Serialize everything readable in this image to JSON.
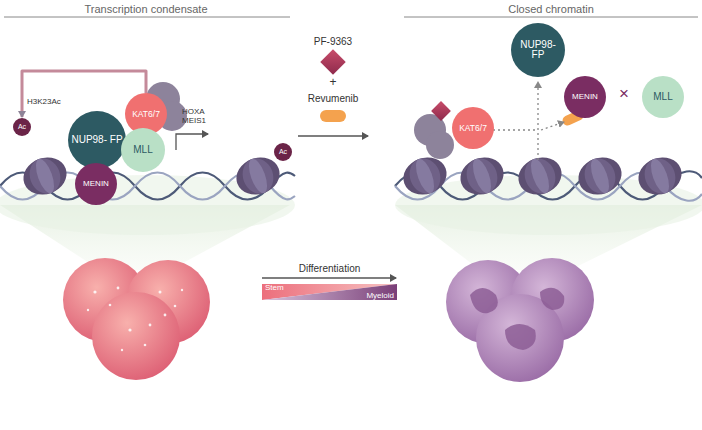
{
  "diagram": {
    "nodes": [
      {
        "text": [
          "Ac"
        ]
      },
      {
        "text": [
          "NUP98- FP"
        ]
      },
      {
        "text": [
          "KAT6/7"
        ]
      },
      {
        "text": [
          "MLL"
        ]
      },
      {
        "text": [
          "MENIN"
        ]
      },
      {
        "text": [
          "Ac"
        ]
      },
      {
        "text": [
          "KAT6/7"
        ]
      },
      {
        "text": [
          "NUP98- FP"
        ]
      },
      {
        "text": [
          "MENIN"
        ]
      },
      {
        "text": [
          "MLL"
        ]
      },
      {
        "text": [
          "Stem",
          "Myeloid"
        ]
      }
    ],
    "edges": [
      {
        "from": 2,
        "to": 0,
        "arrow": "to"
      }
    ],
    "labels": [
      "Transcription condensate",
      "Closed chromatin",
      "PF-9363",
      "+",
      "Revumenib",
      "H3K23Ac",
      "HOXA MEIS1",
      "×",
      "Differentiation"
    ]
  }
}
